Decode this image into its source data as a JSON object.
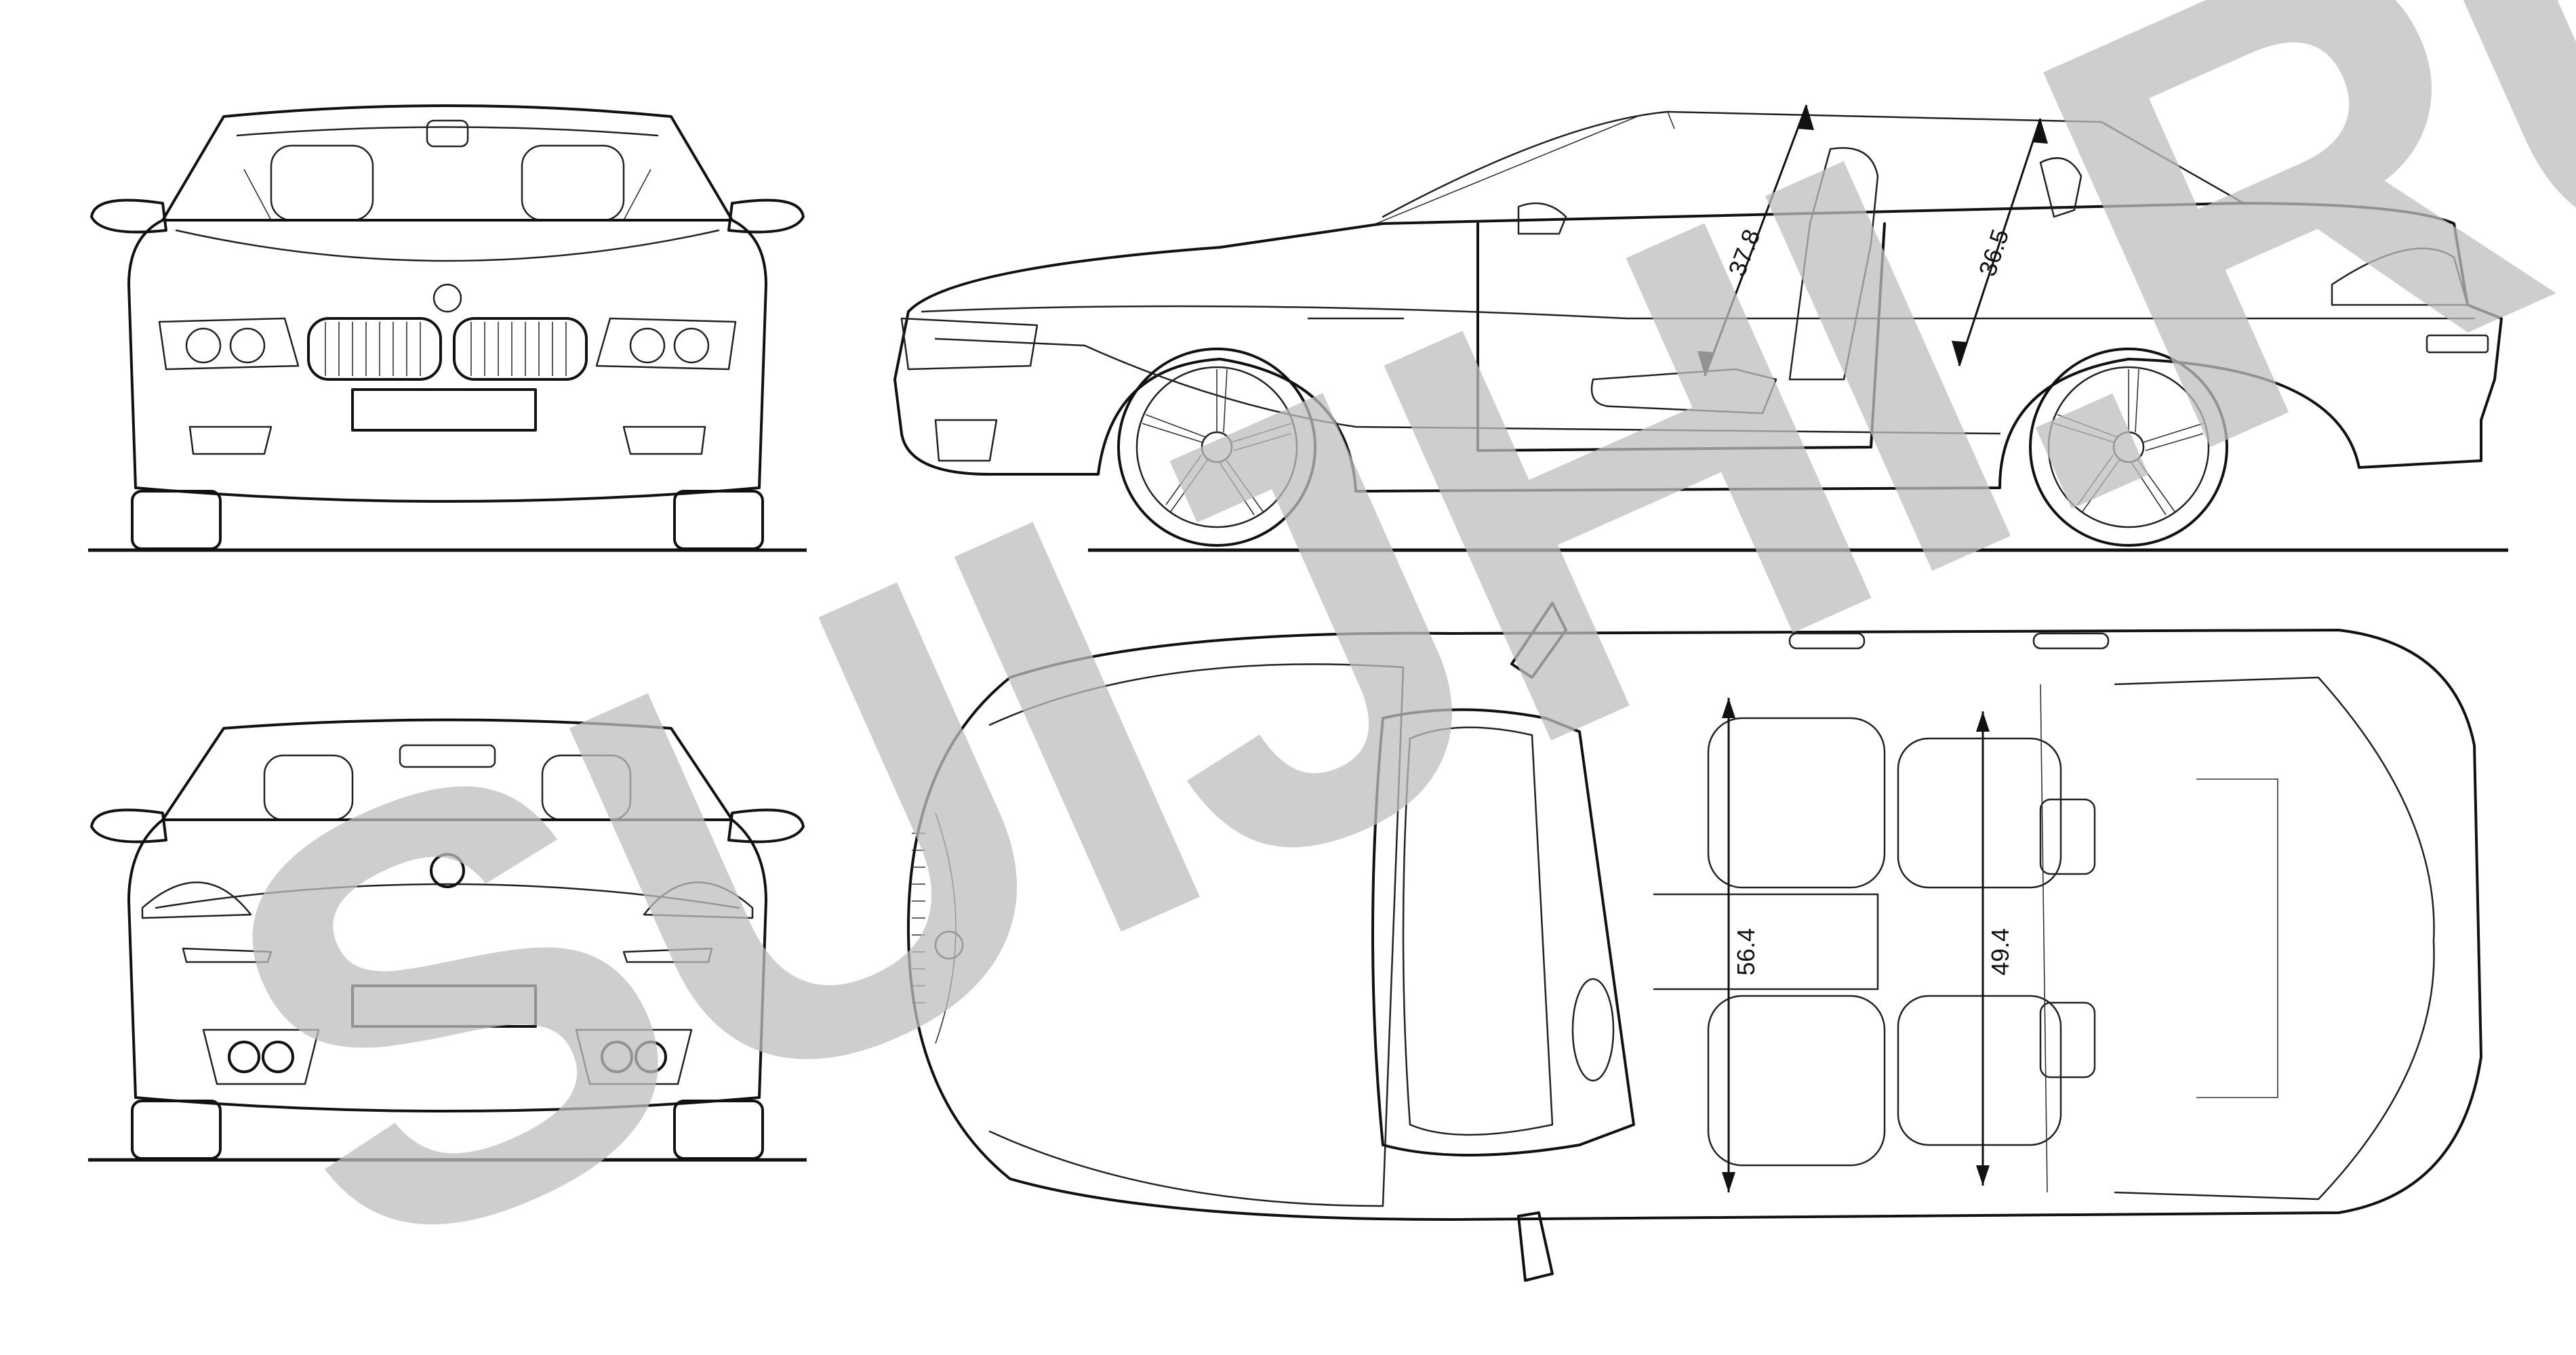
{
  "watermark": {
    "text": "SUIJHI.RU",
    "color": "#bdbdbd"
  },
  "views": [
    "front-view",
    "side-view",
    "rear-view",
    "top-view"
  ],
  "dimensions": {
    "side": [
      {
        "label": "37.8",
        "meaning": "front-seat-height"
      },
      {
        "label": "36.5",
        "meaning": "rear-seat-height"
      }
    ],
    "top": [
      {
        "label": "56.4",
        "meaning": "front-cabin-width"
      },
      {
        "label": "49.4",
        "meaning": "rear-cabin-width"
      }
    ]
  },
  "colors": {
    "line": "#111111",
    "background": "#ffffff"
  }
}
